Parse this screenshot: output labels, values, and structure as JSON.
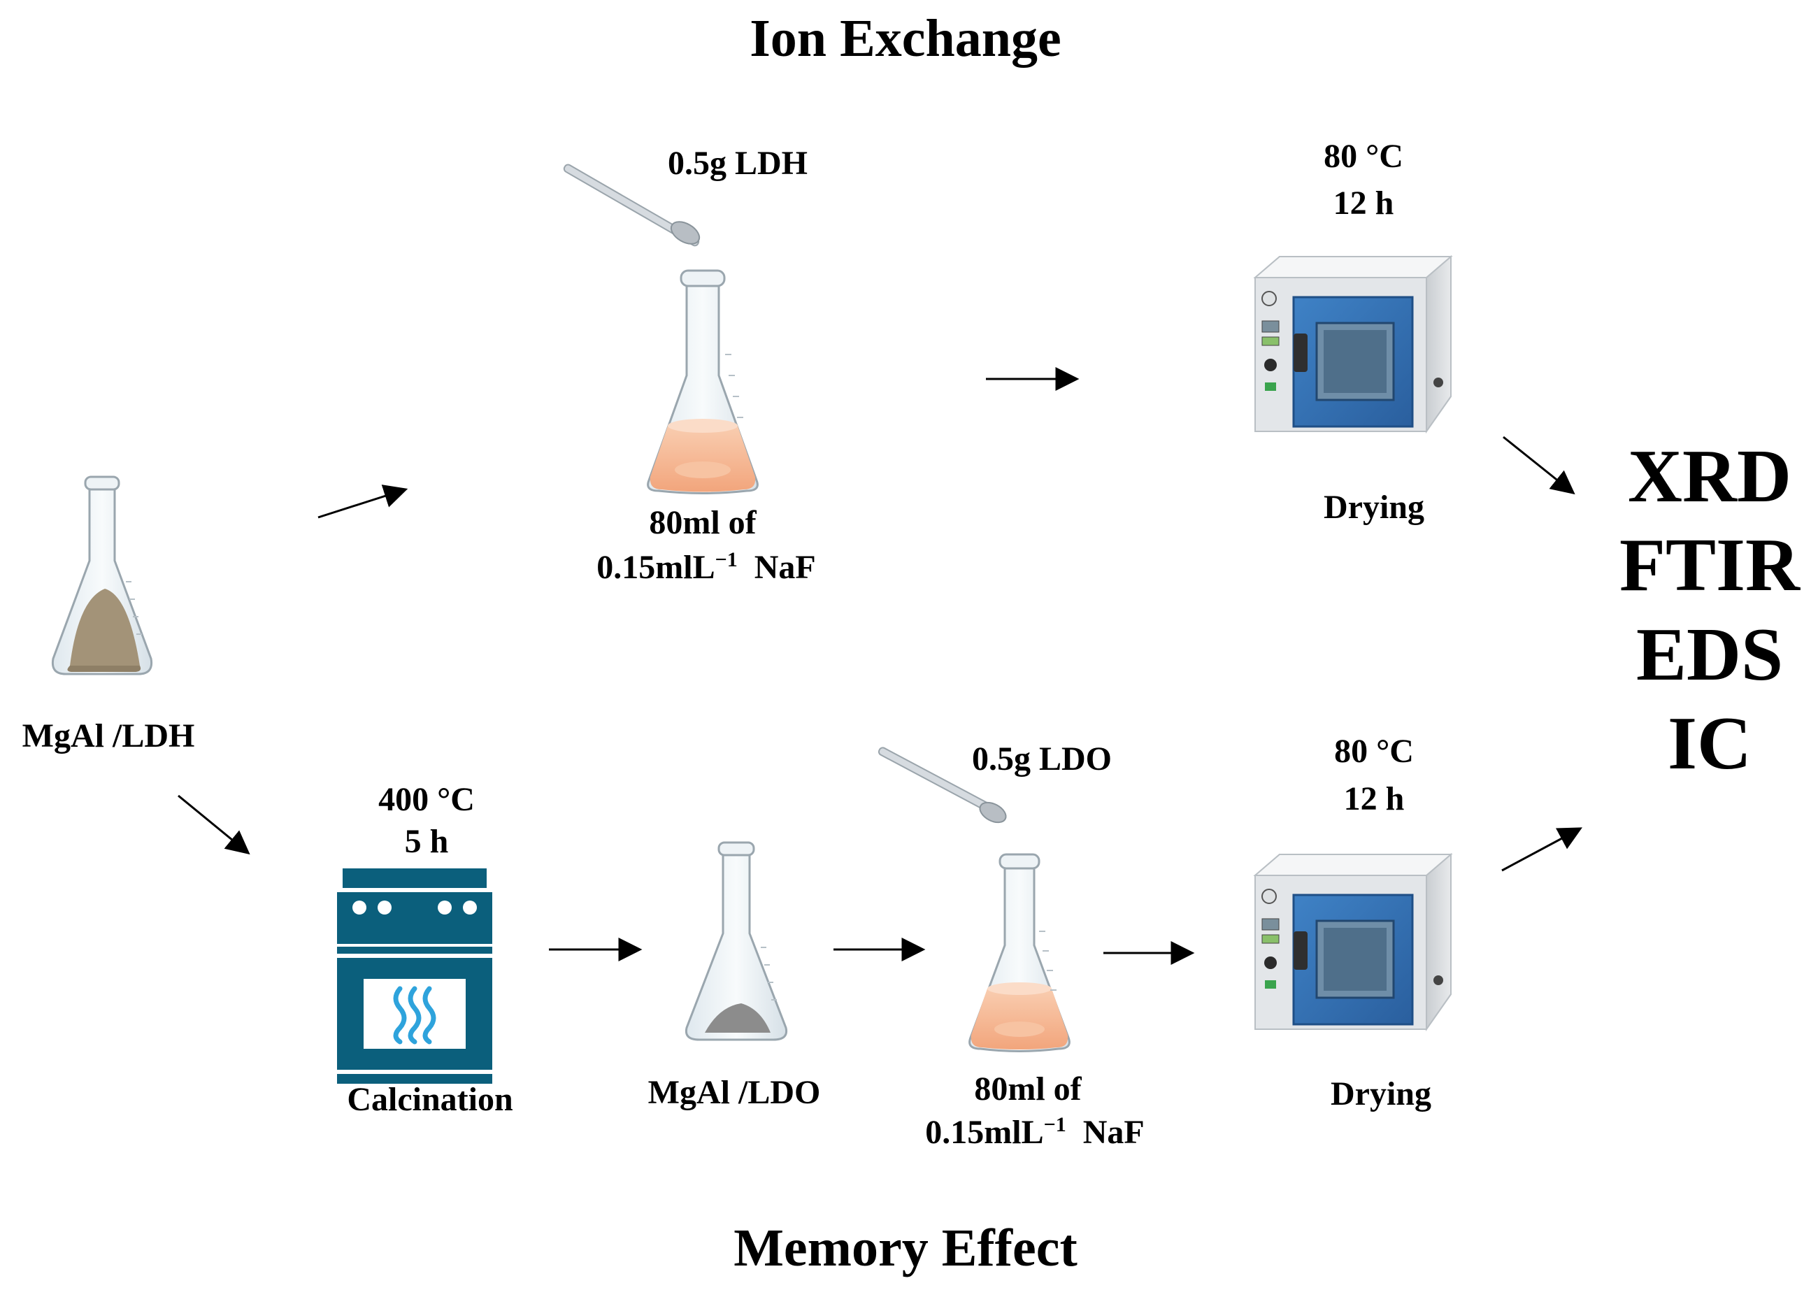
{
  "titles": {
    "top": "Ion Exchange",
    "bottom": "Memory Effect"
  },
  "start": {
    "label": "MgAl /LDH"
  },
  "ion_exchange": {
    "spatula_label": "0.5g LDH",
    "solution_line1": "80ml of",
    "solution_line2": "0.15mlL",
    "solution_sup": "−1",
    "solution_salt": "NaF",
    "oven_temp": "80 °C",
    "oven_time": "12 h",
    "oven_label": "Drying"
  },
  "memory_effect": {
    "calc_temp": "400 °C",
    "calc_time": "5 h",
    "calc_label": "Calcination",
    "ldo_label": "MgAl /LDO",
    "spatula_label": "0.5g LDO",
    "solution_line1": "80ml of",
    "solution_line2": "0.15mlL",
    "solution_sup": "−1",
    "solution_salt": "NaF",
    "oven_temp": "80 °C",
    "oven_time": "12 h",
    "oven_label": "Drying"
  },
  "methods": [
    "XRD",
    "FTIR",
    "EDS",
    "IC"
  ],
  "colors": {
    "oven_blue": "#2e6db0",
    "stove_teal": "#0b5f7c",
    "heat_waves": "#2ea3dc",
    "liquid": "#f6b894",
    "ldh_powder": "#a39378",
    "ldo_powder": "#8c8c8c"
  }
}
